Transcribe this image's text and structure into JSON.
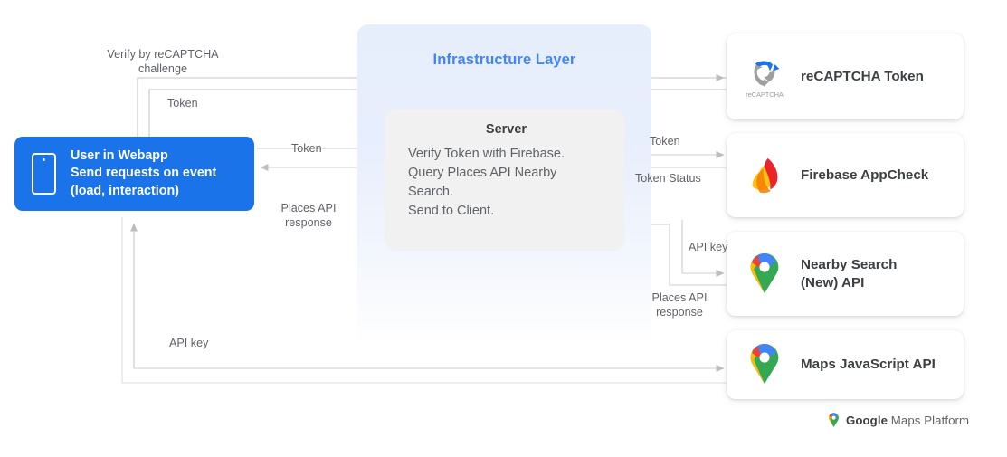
{
  "diagram": {
    "infrastructure_layer": {
      "title": "Infrastructure Layer",
      "accent_color": "#4285f4",
      "panel_color": "#e6eefc"
    },
    "server": {
      "title": "Server",
      "body": "Verify Token with Firebase.\nQuery Places API Nearby Search.\nSend to Client."
    },
    "user": {
      "text": "User in Webapp\nSend requests on event\n(load, interaction)",
      "icon": "phone-icon",
      "color": "#1a73e8"
    },
    "services": [
      {
        "id": "recaptcha",
        "label": "reCAPTCHA Token",
        "icon": "recaptcha-logo-icon",
        "wordmark": "reCAPTCHA"
      },
      {
        "id": "firebase",
        "label": "Firebase AppCheck",
        "icon": "firebase-flame-icon"
      },
      {
        "id": "nearby",
        "label": "Nearby Search\n(New) API",
        "icon": "google-maps-pin-icon"
      },
      {
        "id": "mapsjs",
        "label": "Maps JavaScript API",
        "icon": "google-maps-pin-icon"
      }
    ],
    "connectors": [
      {
        "id": "verify-recaptcha",
        "label": "Verify by reCAPTCHA\nchallenge"
      },
      {
        "id": "token-down",
        "label": "Token"
      },
      {
        "id": "token-to-server",
        "label": "Token"
      },
      {
        "id": "places-api-response-left",
        "label": "Places API\nresponse"
      },
      {
        "id": "api-key-bottom",
        "label": "API key"
      },
      {
        "id": "token-to-firebase",
        "label": "Token"
      },
      {
        "id": "token-status",
        "label": "Token Status"
      },
      {
        "id": "api-key-nearby",
        "label": "API key"
      },
      {
        "id": "places-api-response-right",
        "label": "Places API\nresponse"
      }
    ],
    "footer": {
      "brand": "Google",
      "suffix": " Maps Platform",
      "icon": "google-maps-pin-icon"
    }
  }
}
